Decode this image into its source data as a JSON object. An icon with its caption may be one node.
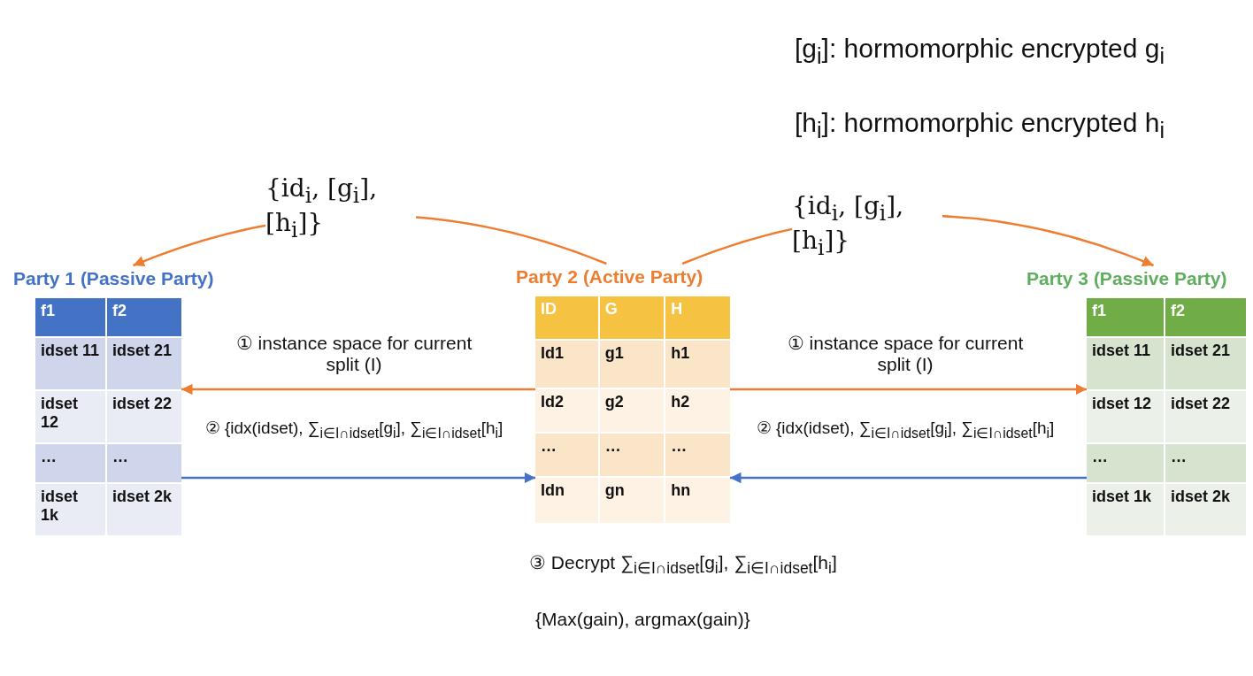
{
  "diagram": {
    "nodes": [
      {
        "text": [
          "Party 1 (Passive Party)",
          "f1",
          "f2",
          "idset 11",
          "idset 21",
          "idset 12",
          "idset 22",
          "…",
          "…",
          "idset 1k",
          "idset 2k"
        ]
      },
      {
        "text": [
          "Party 2 (Active Party)",
          "ID",
          "G",
          "H",
          "Id1",
          "g1",
          "h1",
          "Id2",
          "g2",
          "h2",
          "…",
          "…",
          "…",
          "Idn",
          "gn",
          "hn"
        ]
      },
      {
        "text": [
          "Party 3 (Passive Party)",
          "f1",
          "f2",
          "idset 11",
          "idset 21",
          "idset 12",
          "idset 22",
          "…",
          "…",
          "idset 1k",
          "idset 2k"
        ]
      }
    ],
    "edges": [
      {
        "from": 1,
        "to": 0,
        "arrow": "to",
        "label": "{id$_{i}$, [g$_{i}$], [h$_{i}$]}"
      },
      {
        "from": 1,
        "to": 2,
        "arrow": "to",
        "label": "{id$_{i}$, [g$_{i}$], [h$_{i}$]}"
      },
      {
        "from": 1,
        "to": 0,
        "arrow": "to",
        "label": "① instance space for current split (I)"
      },
      {
        "from": 0,
        "to": 1,
        "arrow": "to",
        "color": "#4472c4",
        "label": "② {idx(idset), ∑$_{i∈I∩idset}$[g$_{i}$], ∑$_{i∈I∩idset}$[h$_{i}$]"
      },
      {
        "from": 1,
        "to": 2,
        "arrow": "to",
        "label": "① instance space for current split (I)"
      },
      {
        "from": 2,
        "to": 1,
        "arrow": "to",
        "color": "#4472c4",
        "label": "② {idx(idset), ∑$_{i∈I∩idset}$[g$_{i}$], ∑$_{i∈I∩idset}$[h$_{i}$]"
      }
    ],
    "labels": [
      "[g$_{i}$]: hormomorphic encrypted g$_{i}$",
      "[h$_{i}$]: hormomorphic encrypted h$_{i}$",
      "③ Decrypt ∑$_{i∈I∩idset}$[g$_{i}$], ∑$_{i∈I∩idset}$[h$_{i}$]",
      "{Max(gain), argmax(gain)}"
    ]
  }
}
